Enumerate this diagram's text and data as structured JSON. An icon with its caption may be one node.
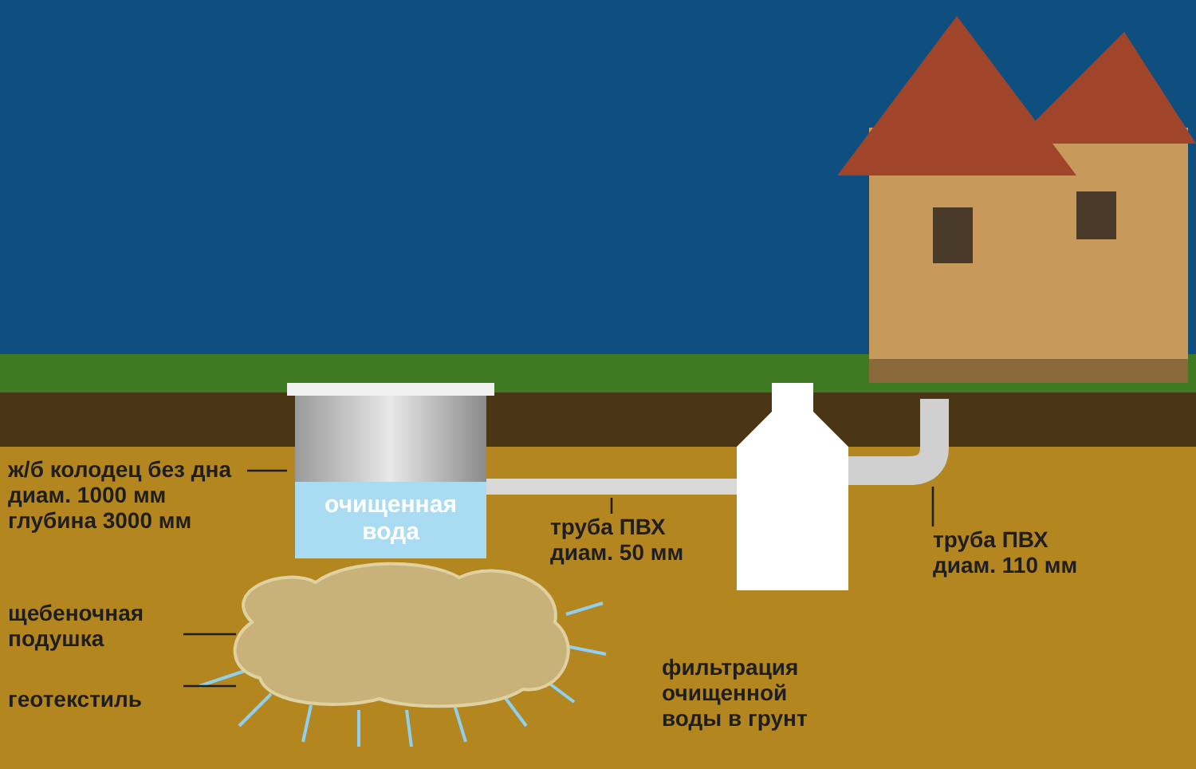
{
  "diagram": {
    "nodes": [
      {
        "text": [
          "ж/б колодец без дна диам. 1000 мм глубина 3000 мм"
        ]
      },
      {
        "text": [],
        "shape": "cylinder"
      },
      {
        "text": [
          "очищенная вода"
        ],
        "in": 1
      },
      {
        "text": [
          "щебеночная подушка"
        ]
      },
      {
        "text": [],
        "shape": "cloud"
      },
      {
        "text": [
          "геотекстиль"
        ]
      },
      {
        "text": [
          "труба ПВХ диам. 50 мм"
        ]
      },
      {
        "text": [],
        "shape": "bar"
      },
      {
        "text": [],
        "shape": "box"
      },
      {
        "text": [],
        "shape": "bar"
      },
      {
        "text": [
          "труба ПВХ диам. 110 мм"
        ]
      },
      {
        "text": [],
        "shape": "picture"
      }
    ],
    "edges": [
      {
        "from": 0,
        "to": 1,
        "arrow": "none"
      },
      {
        "from": 3,
        "to": 4,
        "arrow": "none"
      },
      {
        "from": 5,
        "to": 4,
        "arrow": "none"
      },
      {
        "from": 6,
        "to": 7,
        "arrow": "none"
      },
      {
        "from": 10,
        "to": 9,
        "arrow": "none"
      }
    ],
    "labels": [
      "фильтрация очищенной воды в грунт"
    ]
  }
}
